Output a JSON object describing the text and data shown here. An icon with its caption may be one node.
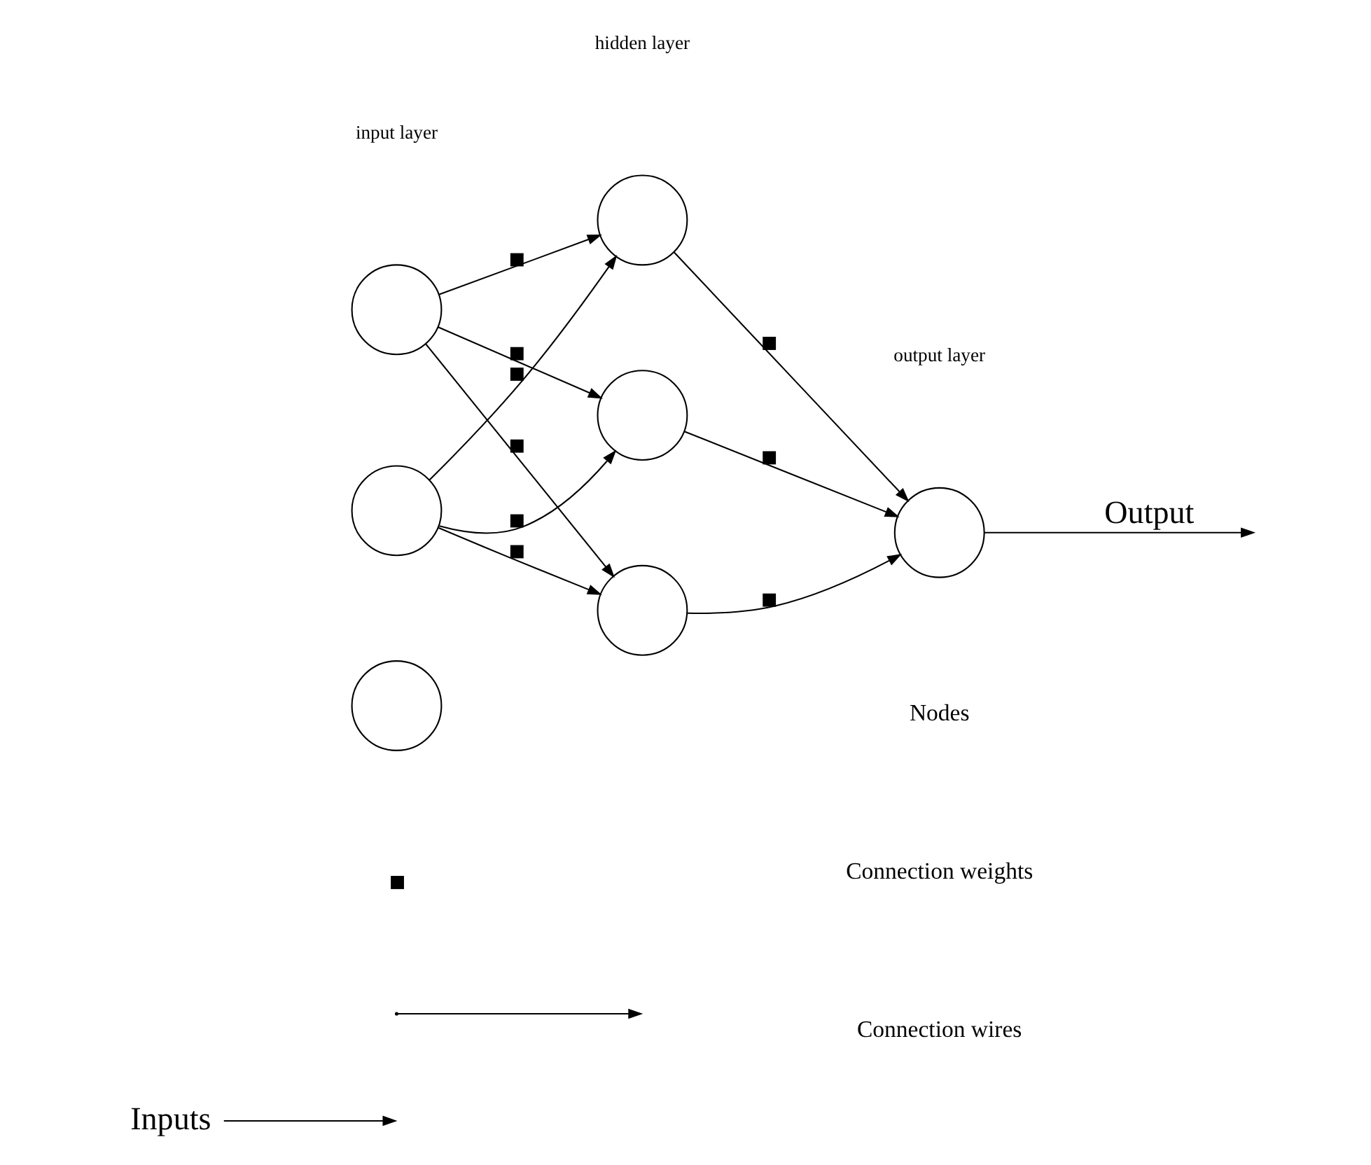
{
  "diagram": {
    "nodes": [
      {
        "text": [
          "Inputs"
        ]
      },
      {
        "text": [],
        "shape": "circle"
      },
      {
        "text": [],
        "shape": "circle"
      },
      {
        "text": [],
        "shape": "circle"
      },
      {
        "text": [],
        "shape": "circle"
      },
      {
        "text": [],
        "shape": "circle"
      },
      {
        "text": [],
        "shape": "circle"
      },
      {
        "text": [],
        "shape": "circle"
      }
    ],
    "edges": [
      {
        "from": 0,
        "to": null,
        "arrow": "to"
      },
      {
        "from": 1,
        "to": 3,
        "arrow": "to"
      },
      {
        "from": 1,
        "to": 4,
        "arrow": "to"
      },
      {
        "from": 1,
        "to": 5,
        "arrow": "to"
      },
      {
        "from": 2,
        "to": 3,
        "arrow": "to"
      },
      {
        "from": 2,
        "to": 4,
        "arrow": "to"
      },
      {
        "from": 2,
        "to": 5,
        "arrow": "to"
      },
      {
        "from": 3,
        "to": 6,
        "arrow": "to"
      },
      {
        "from": 4,
        "to": 6,
        "arrow": "to"
      },
      {
        "from": 5,
        "to": 6,
        "arrow": "to"
      },
      {
        "from": 6,
        "to": null,
        "arrow": "to",
        "label": "Output"
      }
    ],
    "labels": [
      "input layer",
      "hidden layer",
      "output layer"
    ],
    "legend": [
      {
        "text": "Nodes"
      },
      {
        "text": "Connection weights"
      },
      {
        "text": "Connection wires"
      }
    ]
  }
}
